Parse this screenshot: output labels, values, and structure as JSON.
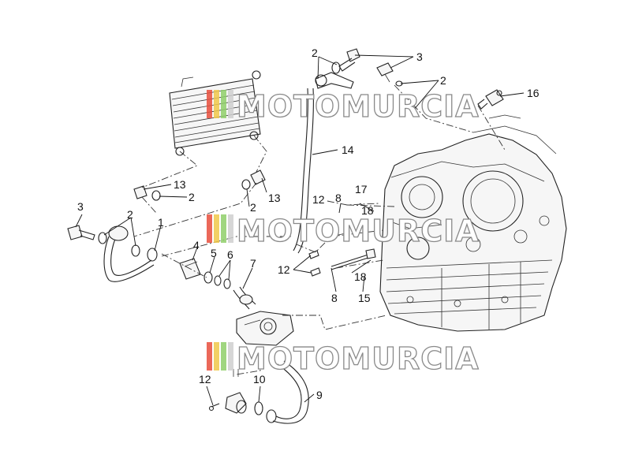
{
  "watermark": {
    "text": "MOTOMURCIA",
    "stripe_colors": [
      "#e84e3c",
      "#f0c84a",
      "#8fcf6a",
      "#cfcfcf"
    ]
  },
  "callouts": [
    {
      "id": "c3a",
      "label": "3"
    },
    {
      "id": "c2a",
      "label": "2"
    },
    {
      "id": "c2b",
      "label": "2"
    },
    {
      "id": "c16",
      "label": "16"
    },
    {
      "id": "c14",
      "label": "14"
    },
    {
      "id": "c13a",
      "label": "13"
    },
    {
      "id": "c2c",
      "label": "2"
    },
    {
      "id": "c13b",
      "label": "13"
    },
    {
      "id": "c2d",
      "label": "2"
    },
    {
      "id": "c3b",
      "label": "3"
    },
    {
      "id": "c2e",
      "label": "2"
    },
    {
      "id": "c1",
      "label": "1"
    },
    {
      "id": "c12a",
      "label": "12"
    },
    {
      "id": "c8a",
      "label": "8"
    },
    {
      "id": "c17",
      "label": "17"
    },
    {
      "id": "c18a",
      "label": "18"
    },
    {
      "id": "c4",
      "label": "4"
    },
    {
      "id": "c5",
      "label": "5"
    },
    {
      "id": "c6",
      "label": "6"
    },
    {
      "id": "c7",
      "label": "7"
    },
    {
      "id": "c12b",
      "label": "12"
    },
    {
      "id": "c18b",
      "label": "18"
    },
    {
      "id": "c8b",
      "label": "8"
    },
    {
      "id": "c15",
      "label": "15"
    },
    {
      "id": "c12c",
      "label": "12"
    },
    {
      "id": "c10",
      "label": "10"
    },
    {
      "id": "c9",
      "label": "9"
    }
  ]
}
